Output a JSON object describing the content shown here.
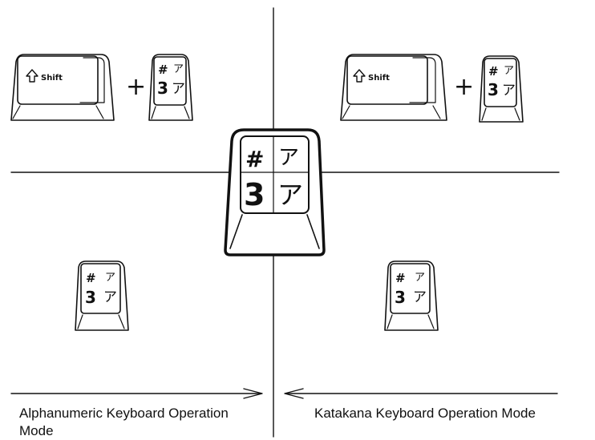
{
  "keys": {
    "shift_label": "Shift",
    "plus_symbol": "+",
    "small_key": {
      "top_left": "#",
      "top_right": "ア",
      "bottom_left": "3",
      "bottom_right": "ア"
    },
    "big_key": {
      "top_left": "#",
      "top_right": "ア",
      "bottom_left": "3",
      "bottom_right": "ア"
    }
  },
  "modes": {
    "left_label": "Alphanumeric Keyboard Operation Mode",
    "right_label": "Katakana Keyboard Operation Mode"
  },
  "icons": {
    "shift_arrow": "up-arrow-outline-icon",
    "arrow_right": "arrow-right-icon",
    "arrow_left": "arrow-left-icon"
  }
}
